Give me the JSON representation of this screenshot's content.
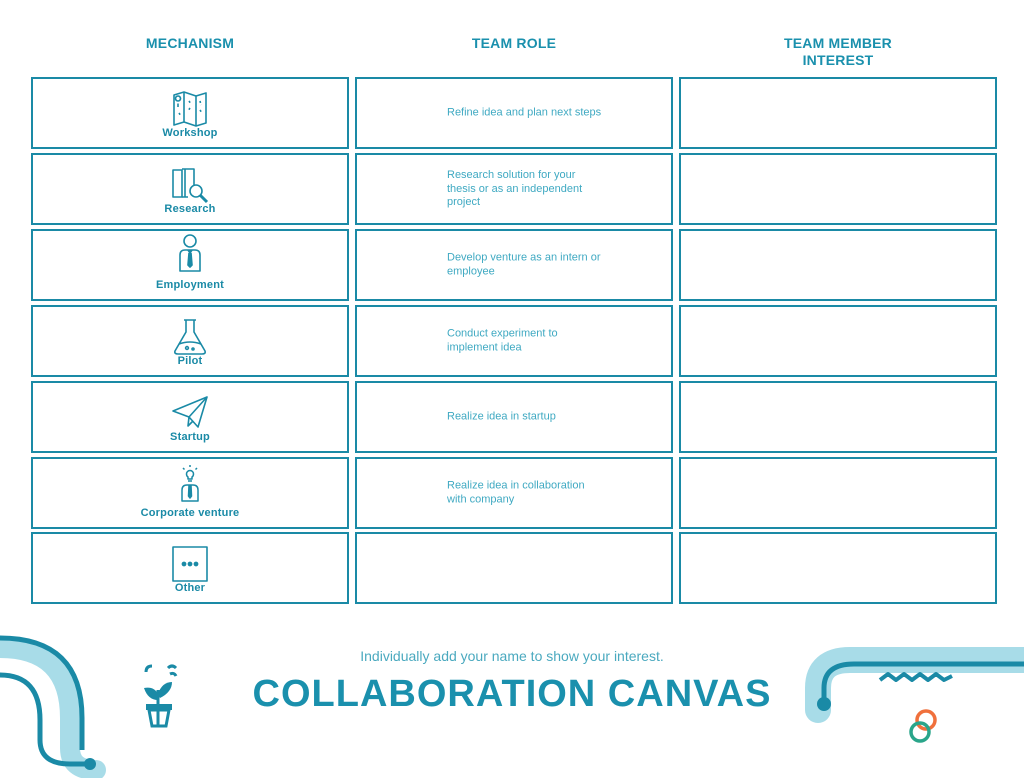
{
  "headers": {
    "mechanism": "MECHANISM",
    "team_role": "TEAM ROLE",
    "team_member_interest_line1": "TEAM MEMBER",
    "team_member_interest_line2": "INTEREST"
  },
  "rows": [
    {
      "mechanism": "Workshop",
      "icon": "map-icon",
      "role": "Refine idea and plan next steps"
    },
    {
      "mechanism": "Research",
      "icon": "book-magnifier-icon",
      "role": "Research solution for your thesis or as an independent project"
    },
    {
      "mechanism": "Employment",
      "icon": "person-tie-icon",
      "role": "Develop venture as an intern or employee"
    },
    {
      "mechanism": "Pilot",
      "icon": "flask-icon",
      "role": "Conduct experiment to implement idea"
    },
    {
      "mechanism": "Startup",
      "icon": "paper-plane-icon",
      "role": "Realize idea in startup"
    },
    {
      "mechanism": "Corporate venture",
      "icon": "lightbulb-person-icon",
      "role": "Realize idea in collaboration with company"
    },
    {
      "mechanism": "Other",
      "icon": "ellipsis-box-icon",
      "role": ""
    }
  ],
  "footer": {
    "subtitle": "Individually add your name to show your interest.",
    "title": "COLLABORATION CANVAS"
  },
  "colors": {
    "primary": "#1a8aa6",
    "light": "#a8dce8",
    "orange": "#f0703c",
    "green": "#2aa58a"
  }
}
